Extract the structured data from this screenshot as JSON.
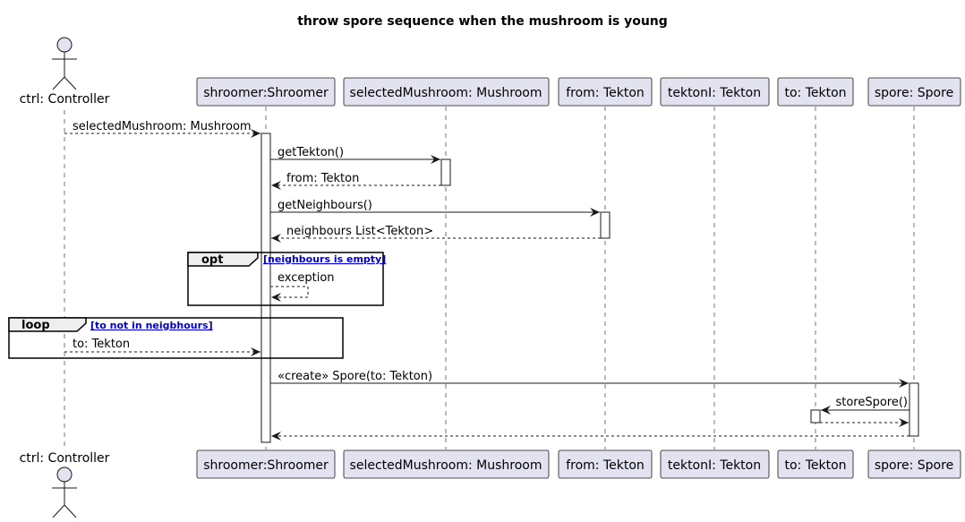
{
  "title": "throw spore sequence when the mushroom is young",
  "participants": {
    "ctrl": "ctrl: Controller",
    "shroomer": "shroomer:Shroomer",
    "mushroom": "selectedMushroom: Mushroom",
    "from": "from: Tekton",
    "tektonI": "tektonI: Tekton",
    "to": "to: Tekton",
    "spore": "spore: Spore"
  },
  "messages": {
    "m1": "selectedMushroom: Mushroom",
    "m2": "getTekton()",
    "m3": "from: Tekton",
    "m4": "getNeighbours()",
    "m5": "neighbours List<Tekton>",
    "m6": "exception",
    "m7": "to: Tekton",
    "m8": "«create» Spore(to: Tekton)",
    "m9": "storeSpore()"
  },
  "fragments": {
    "opt": {
      "label": "opt",
      "guard": "[neighbours is empty]"
    },
    "loop": {
      "label": "loop",
      "guard": "[to not in neigbhours]"
    }
  }
}
